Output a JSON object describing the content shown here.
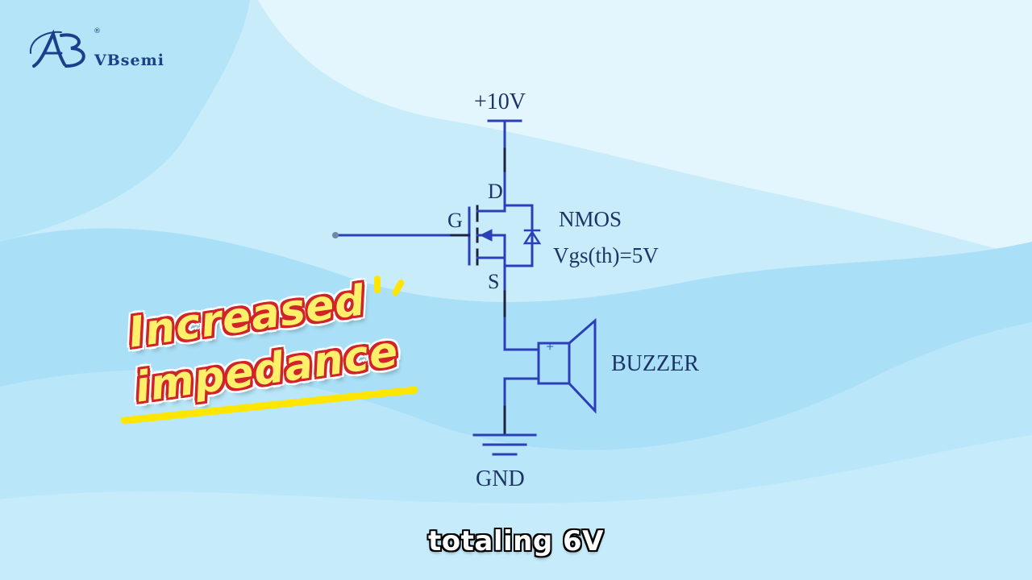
{
  "logo": {
    "brand": "VBsemi",
    "registered": "®"
  },
  "circuit": {
    "supply": "+10V",
    "drain": "D",
    "gate": "G",
    "source": "S",
    "transistor_type": "NMOS",
    "threshold": "Vgs(th)=5V",
    "load": "BUZZER",
    "load_polarity": "+",
    "ground": "GND"
  },
  "sticker": {
    "line1": "Increased",
    "line2": "impedance"
  },
  "caption": "totaling 6V",
  "colors": {
    "wire": "#2a3fb8",
    "wire_dark": "#1a2340",
    "label": "#1d3466",
    "sticker_fill": "#fff06a",
    "sticker_outline": "#d0232a",
    "accent_yellow": "#ffe600"
  }
}
